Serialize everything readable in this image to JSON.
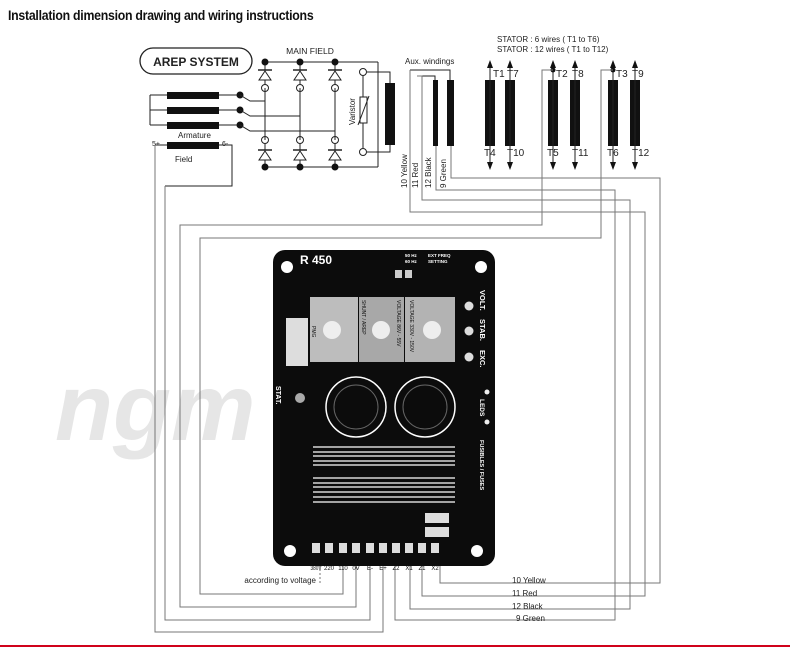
{
  "title": "Installation dimension drawing and wiring instructions",
  "watermark": "ngm",
  "diagram": {
    "system_label": "AREP SYSTEM",
    "main_field": "MAIN FIELD",
    "varistor": "Varistor",
    "armature": "Armature",
    "field": "Field",
    "field_plus": "5+",
    "field_minus": "6-",
    "aux_windings": "Aux. windings",
    "aux_wires": [
      "10 Yellow",
      "11 Red",
      "12 Black",
      "9 Green"
    ],
    "stator_line1": "STATOR : 6 wires ( T1 to T6)",
    "stator_line2": "STATOR : 12 wires ( T1 to T12)",
    "stator_top": [
      "T1",
      "T7",
      "T2",
      "T8",
      "T3",
      "T9"
    ],
    "stator_bottom": [
      "T4",
      "T10",
      "T5",
      "T11",
      "T6",
      "T12"
    ]
  },
  "board": {
    "model": "R 450",
    "freq_50": "50 Hz",
    "freq_60": "60 Hz",
    "ext_freq": "EXT FREQ",
    "setting": "SETTING",
    "pots": [
      "VOLT.",
      "STAB.",
      "EXC."
    ],
    "leds": "LEDS",
    "fuses": "FUSIBLES / FUSES",
    "stat": "STAT.",
    "pmg": "PMG",
    "shunt_arep": "SHUNT / AREP",
    "voltage_1": "VOLTAGE 86V - 55V",
    "voltage_2": "VOLTAGE 330V - 150V",
    "terminals": [
      "380V",
      "220",
      "110",
      "0V",
      "E-",
      "E+",
      "Z2",
      "X1",
      "Z1",
      "X2"
    ]
  },
  "bottom": {
    "according_to_voltage": "according to voltage",
    "wires": [
      "10  Yellow",
      "11  Red",
      "12  Black",
      "9  Green"
    ]
  }
}
